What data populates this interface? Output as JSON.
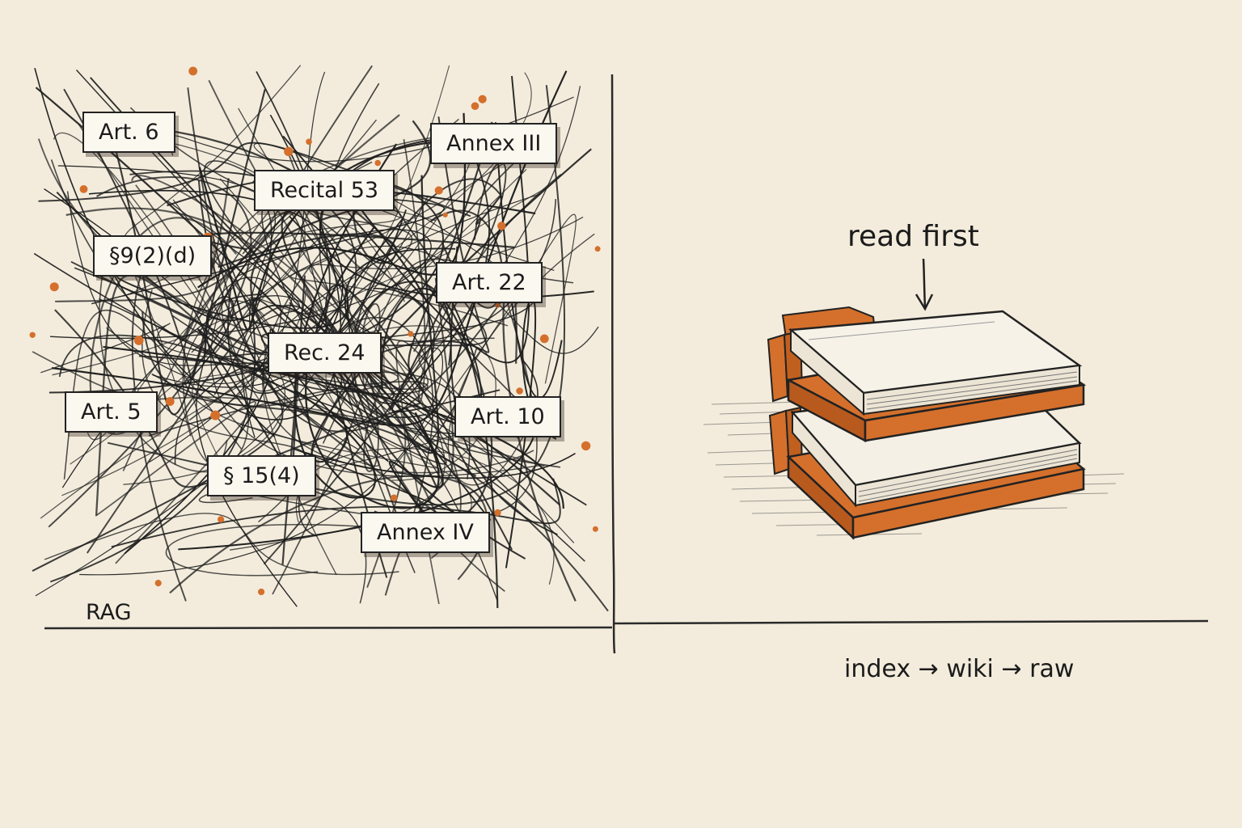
{
  "left_panel": {
    "caption": "RAG",
    "tags": [
      "Art. 6",
      "Annex III",
      "Recital 53",
      "§9(2)(d)",
      "Art. 22",
      "Rec. 24",
      "Art. 5",
      "Art. 10",
      "§ 15(4)",
      "Annex IV"
    ]
  },
  "right_panel": {
    "annotation": "read first",
    "flow": [
      "index",
      "wiki",
      "raw"
    ],
    "flow_arrow": "→"
  },
  "colors": {
    "paper": "#f3ecdc",
    "ink": "#222222",
    "accent": "#d4702c",
    "tag_fill": "#fbf8f0"
  }
}
